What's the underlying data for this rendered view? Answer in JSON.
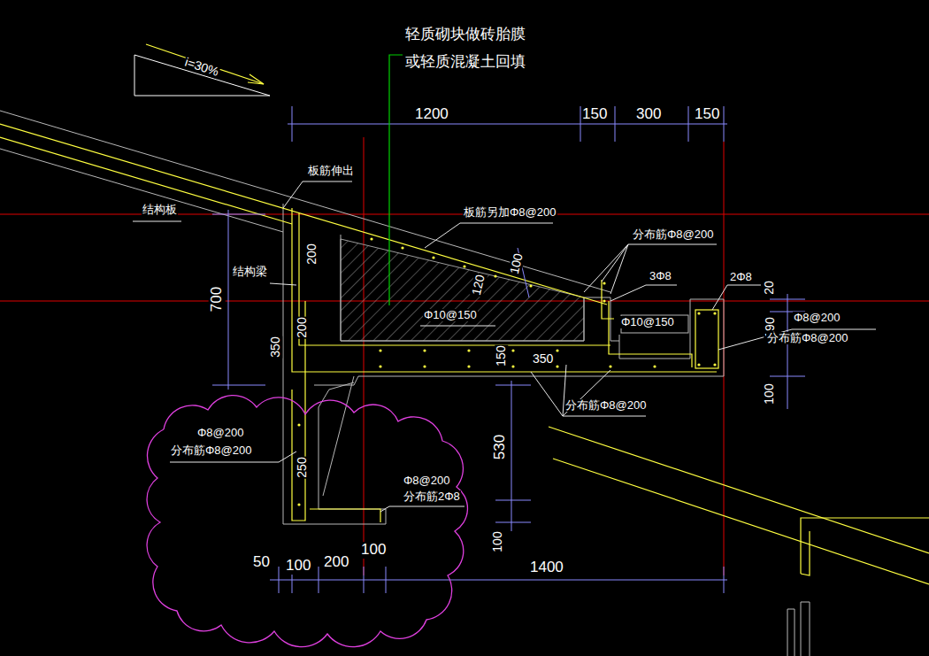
{
  "diagram": {
    "labels": [
      "i=30%",
      "轻质砌块做砖胎膜",
      "或轻质混凝土回填",
      "1200",
      "150",
      "300",
      "150",
      "板筋伸出",
      "结构板",
      "板筋另加Φ8@200",
      "分布筋Φ8@200",
      "100",
      "120",
      "200",
      "700",
      "结构梁",
      "3Φ8",
      "2Φ8",
      "20",
      "190",
      "Φ8@200",
      "分布筋Φ8@200",
      "350",
      "200",
      "Φ10@150",
      "Φ10@150",
      "150",
      "350",
      "100",
      "分布筋Φ8@200",
      "530",
      "Φ8@200",
      "分布筋Φ8@200",
      "250",
      "Φ8@200",
      "分布筋2Φ8",
      "100",
      "50",
      "100",
      "200",
      "100",
      "1400"
    ]
  }
}
